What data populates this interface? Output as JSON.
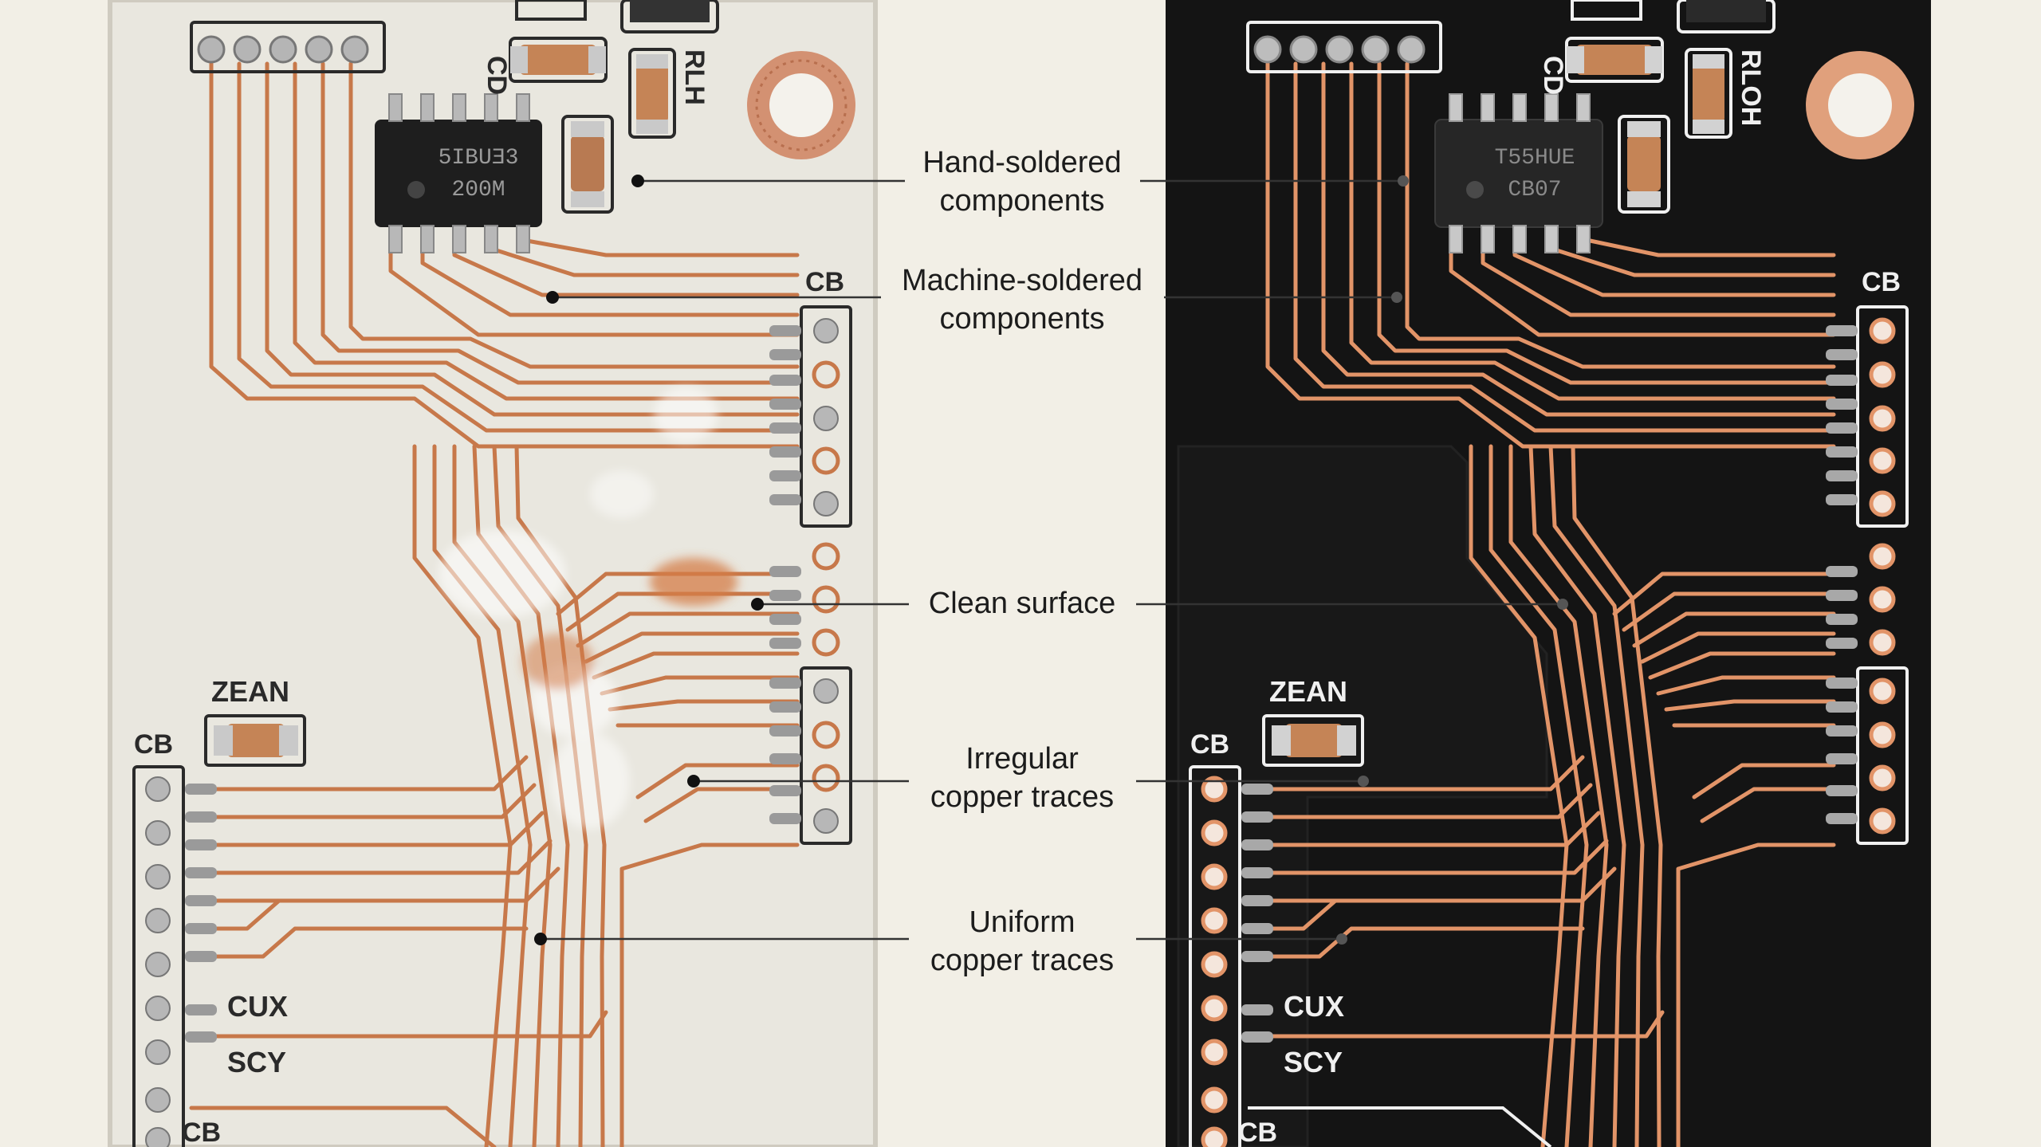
{
  "colors": {
    "background": "#f2efe6",
    "board_left": "#e9e7df",
    "board_right": "#141414",
    "copper": "#c7784a",
    "copper_bright": "#e29468",
    "silkscreen_left": "#2a2a2a",
    "silkscreen_right": "#f0f0f0",
    "leader": "#333333"
  },
  "callouts": [
    {
      "line1": "Hand-soldered",
      "line2": "components"
    },
    {
      "line1": "Machine-soldered",
      "line2": "components"
    },
    {
      "line1": "Clean surface",
      "line2": ""
    },
    {
      "line1": "Irregular",
      "line2": "copper traces"
    },
    {
      "line1": "Uniform",
      "line2": "copper traces"
    }
  ],
  "left_board": {
    "chip_top": "5IBUƎ3",
    "chip_bottom": "200M",
    "labels": {
      "cb1": "CB",
      "cb2": "CB",
      "cb3": "CB",
      "zean": "ZEAN",
      "cux": "CUX",
      "scy": "SCY",
      "cd": "CD",
      "rlh": "RLH"
    }
  },
  "right_board": {
    "chip_top": "T55HUE",
    "chip_bottom": "CB07",
    "labels": {
      "cb1": "CB",
      "cb2": "CB",
      "cb3": "CB",
      "zean": "ZEAN",
      "cux": "CUX",
      "scy": "SCY",
      "cd": "CD",
      "rlh": "RLOH"
    }
  }
}
